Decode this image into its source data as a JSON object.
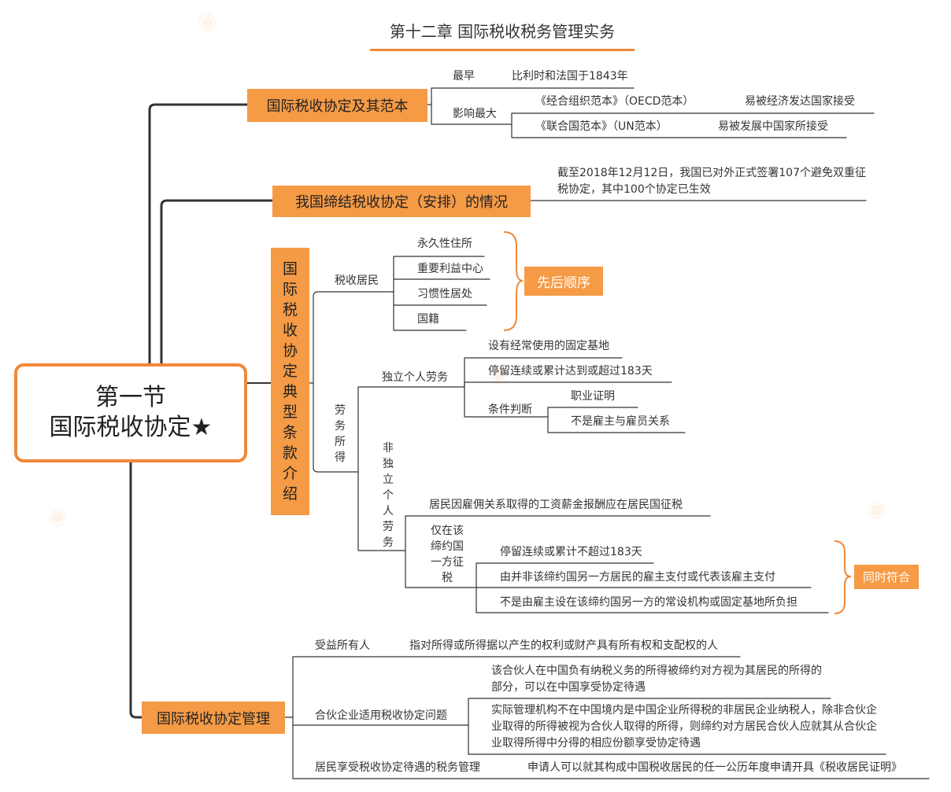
{
  "title": "第十二章 国际税收税务管理实务",
  "root": {
    "line1": "第一节",
    "line2": "国际税收协定★"
  },
  "b1": {
    "label": "国际税收协定及其范本",
    "earliest_label": "最早",
    "earliest_value": "比利时和法国于1843年",
    "influence_label": "影响最大",
    "oecd": "《经合组织范本》（OECD范本）",
    "oecd_note": "易被经济发达国家接受",
    "un": "《联合国范本》（UN范本）",
    "un_note": "易被发展中国家所接受"
  },
  "b2": {
    "label": "我国缔结税收协定（安排）的情况",
    "detail": "截至2018年12月12日，我国已对外正式签署107个避免双重征税协定，其中100个协定已生效"
  },
  "b3": {
    "label": [
      "国",
      "际",
      "税",
      "收",
      "协",
      "定",
      "典",
      "型",
      "条",
      "款",
      "介",
      "绍"
    ],
    "resident_label": "税收居民",
    "resident_items": [
      "永久性住所",
      "重要利益中心",
      "习惯性居处",
      "国籍"
    ],
    "order_label": "先后顺序",
    "labor_label": [
      "劳",
      "务",
      "所",
      "得"
    ],
    "indep_label": "独立个人劳务",
    "indep_items": [
      "设有经常使用的固定基地",
      "停留连续或累计达到或超过183天"
    ],
    "cond_label": "条件判断",
    "cond_items": [
      "职业证明",
      "不是雇主与雇员关系"
    ],
    "nonindep_label": [
      "非",
      "独",
      "立",
      "个",
      "人",
      "劳",
      "务"
    ],
    "nonindep_item": "居民因雇佣关系取得的工资薪金报酬应在居民国征税",
    "only_label": [
      "仅在该",
      "缔约国",
      "一方征",
      "税"
    ],
    "only_items": [
      "停留连续或累计不超过183天",
      "由并非该缔约国另一方居民的雇主支付或代表该雇主支付",
      "不是由雇主设在该缔约国另一方的常设机构或固定基地所负担"
    ],
    "simul_label": "同时符合"
  },
  "b4": {
    "label": "国际税收协定管理",
    "beneficial_label": "受益所有人",
    "beneficial_value": "指对所得或所得据以产生的权利或财产具有所有权和支配权的人",
    "partnership_label": "合伙企业适用税收协定问题",
    "partnership_items": [
      "该合伙人在中国负有纳税义务的所得被缔约对方视为其居民的所得的部分，可以在中国享受协定待遇",
      "实际管理机构不在中国境内是中国企业所得税的非居民企业纳税人，除非合伙企业取得的所得被视为合伙人取得的所得，则缔约对方居民合伙人应就其从合伙企业取得所得中分得的相应份额享受协定待遇"
    ],
    "resident_mgmt_label": "居民享受税收协定待遇的税务管理",
    "resident_mgmt_value": "申请人可以就其构成中国税收居民的任一公历年度申请开具《税收居民证明》"
  }
}
